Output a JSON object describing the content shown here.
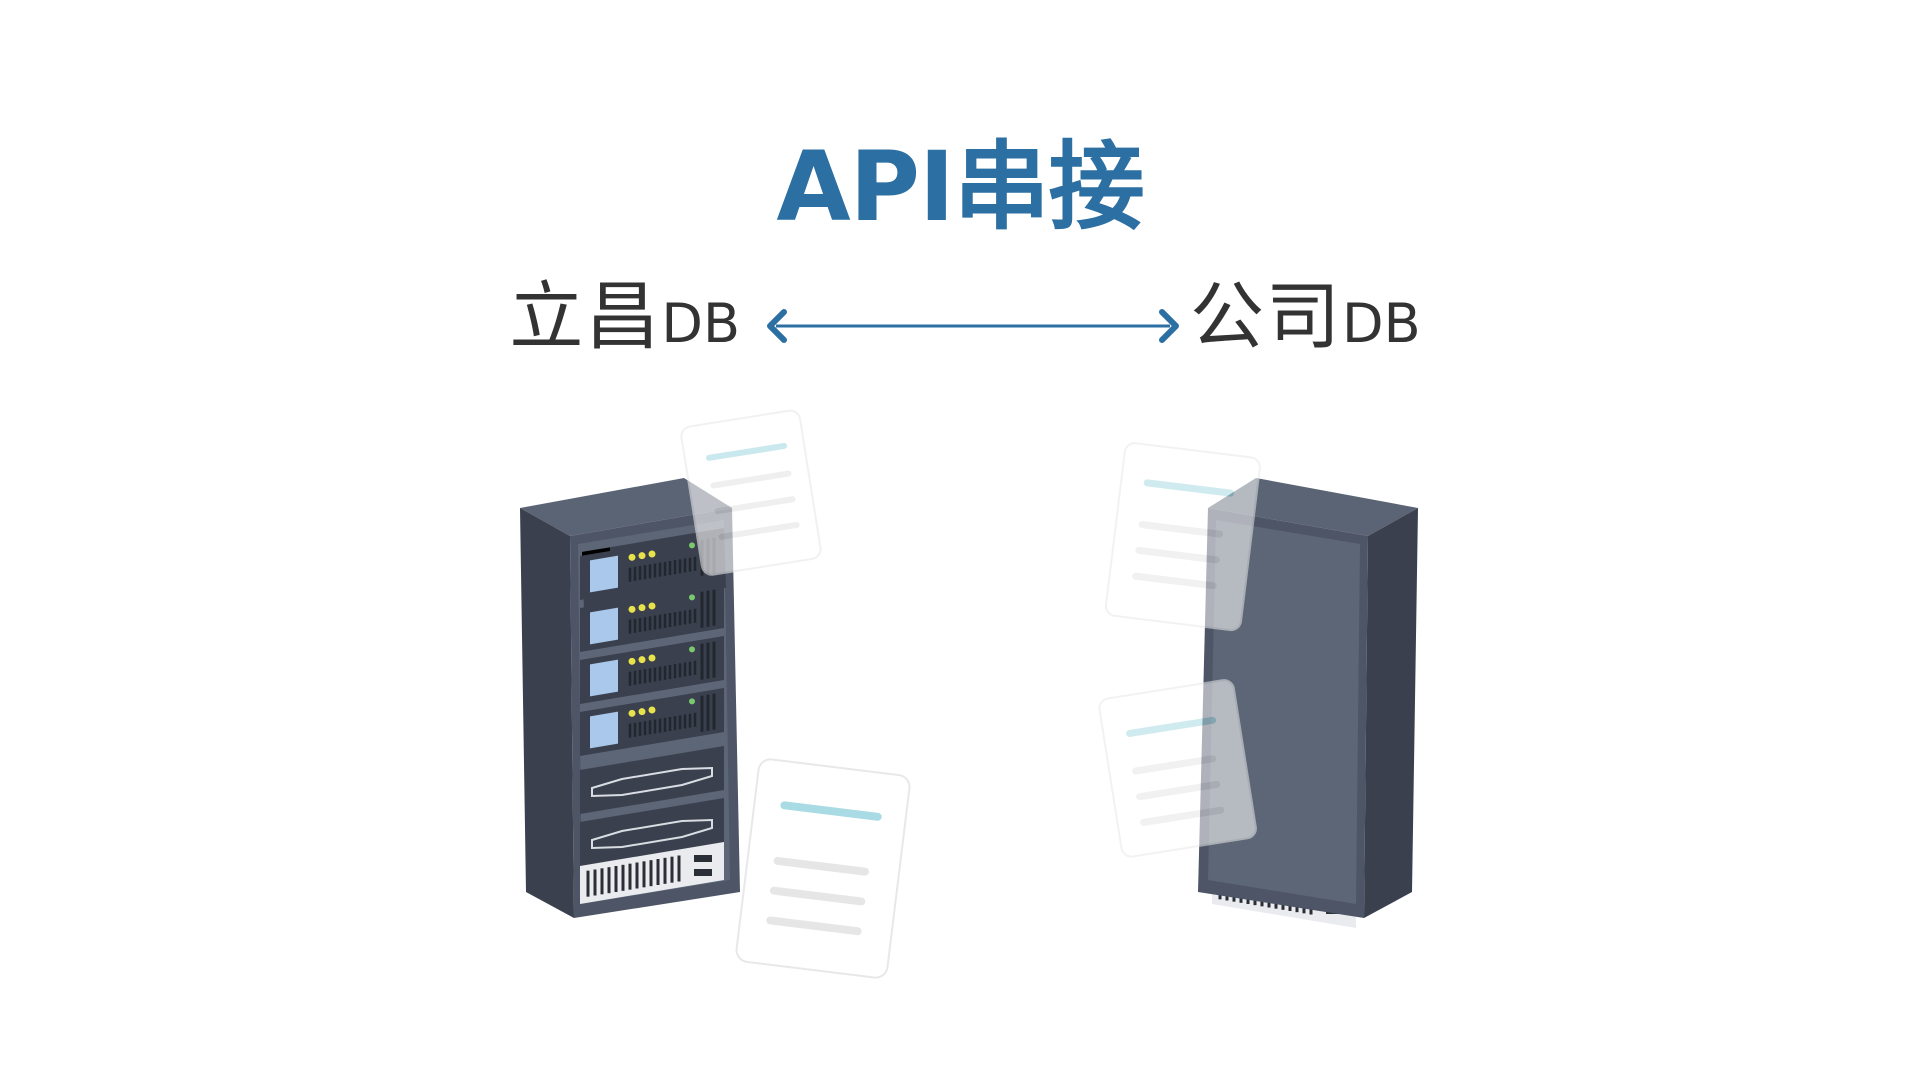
{
  "diagram": {
    "title": "API串接",
    "left_node": {
      "name": "立昌",
      "suffix": "DB",
      "icon": "server-rack-icon"
    },
    "right_node": {
      "name": "公司",
      "suffix": "DB",
      "icon": "server-rack-icon"
    },
    "connector": {
      "type": "bidirectional-arrow",
      "icon": "double-arrow-icon"
    },
    "decorations": [
      "document-icon",
      "document-icon",
      "document-icon",
      "document-icon"
    ]
  },
  "colors": {
    "title": "#2c6fa3",
    "label": "#333333",
    "arrow": "#2c6fa3",
    "rack_front": "#4d5566",
    "rack_side": "#3a404d",
    "rack_top": "#5b6474",
    "drive_light": "#a9c8eb",
    "led": "#e8e34a",
    "led_green": "#7bc96f",
    "doc_accent": "#a8dbe3",
    "doc_line": "#e6e6e6"
  }
}
